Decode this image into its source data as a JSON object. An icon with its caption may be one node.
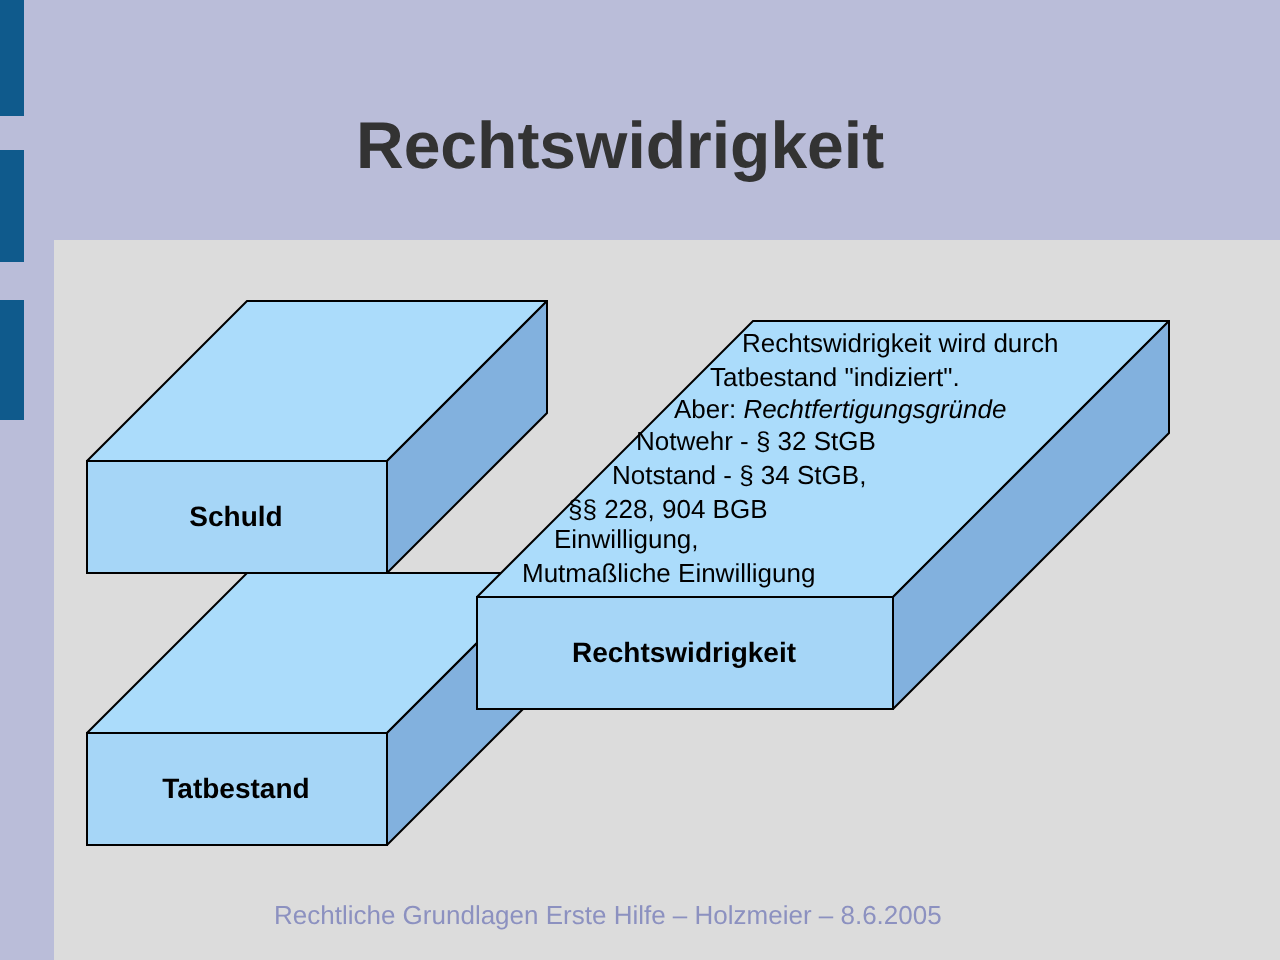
{
  "diagram": {
    "title": "Rechtswidrigkeit",
    "nodes": [
      {
        "text": [
          "Schuld"
        ]
      },
      {
        "text": [
          "Tatbestand"
        ]
      },
      {
        "text": [
          "Rechtswidrigkeit wird durch Tatbestand \"indiziert\".",
          "Aber: *Rechtfertigungsgründe*",
          "Notwehr - § 32 StGB",
          "Notstand - § 34 StGB, §§ 228, 904 BGB",
          "Einwilligung, Mutmaßliche Einwilligung",
          "Rechtswidrigkeit"
        ]
      }
    ],
    "caption": "Rechtliche Grundlagen Erste Hilfe – Holzmeier – 8.6.2005"
  }
}
